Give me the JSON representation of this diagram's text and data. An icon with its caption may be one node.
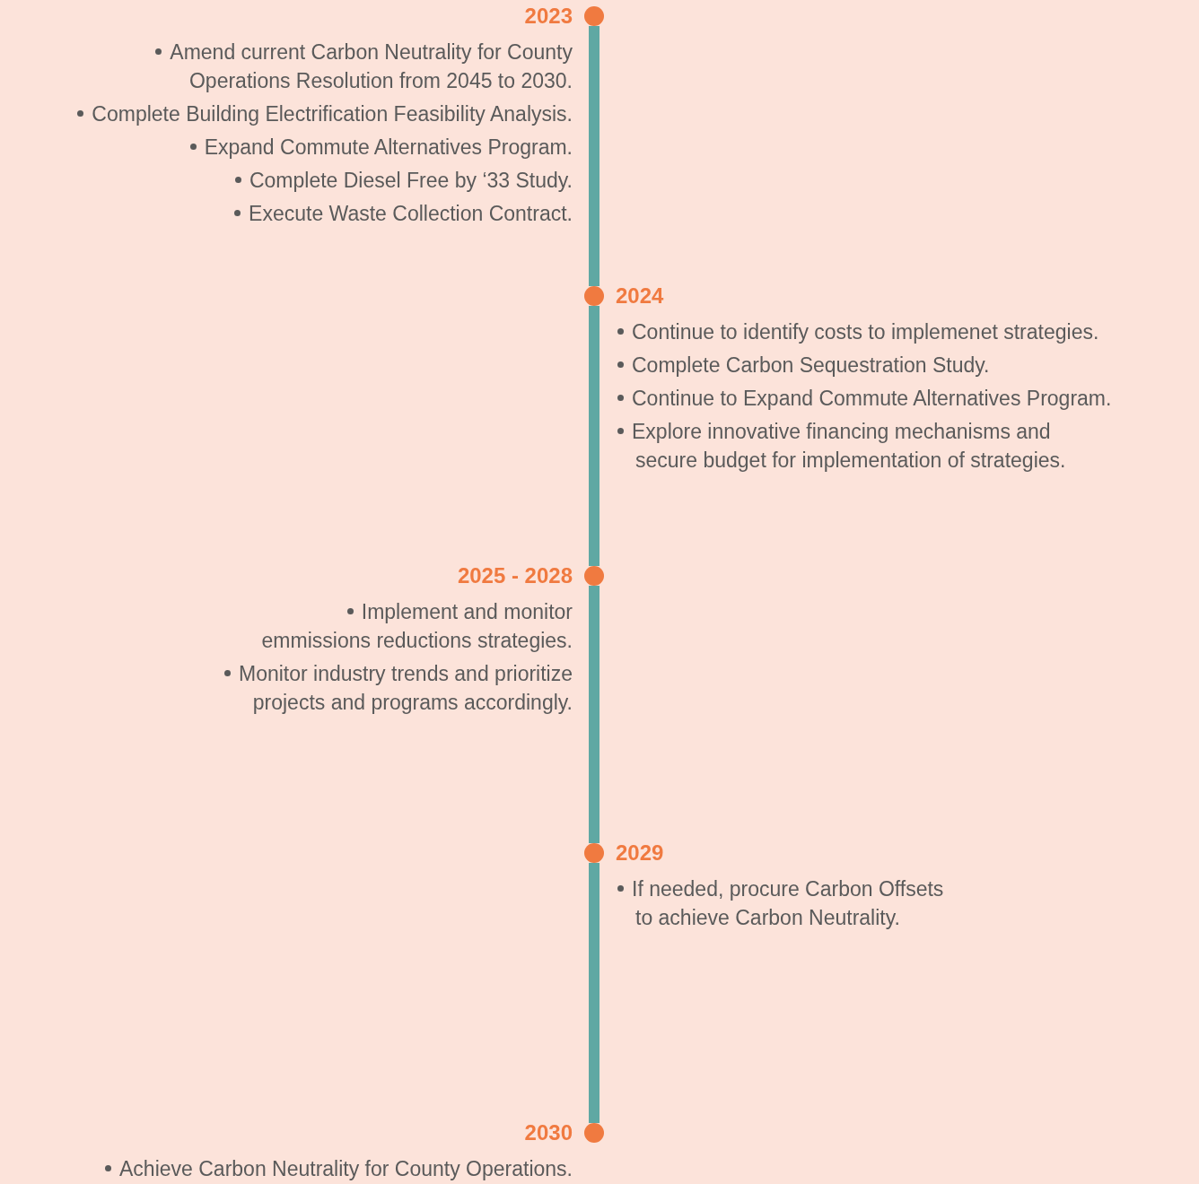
{
  "diagram": {
    "nodes": [
      {
        "text": [],
        "shape": "circle",
        "beside": [
          "2023",
          "Amend current Carbon Neutrality for County Operations Resolution from 2045 to 2030.",
          "Complete Building Electrification Feasibility Analysis.",
          "Expand Commute Alternatives Program.",
          "Complete Diesel Free by ‘33 Study.",
          "Execute Waste Collection Contract."
        ]
      },
      {
        "text": [],
        "shape": "circle",
        "beside": [
          "2024",
          "Continue to identify costs to implemenet strategies.",
          "Complete Carbon Sequestration Study.",
          "Continue to Expand Commute Alternatives Program.",
          "Explore innovative financing mechanisms and secure budget for implementation of strategies."
        ]
      },
      {
        "text": [],
        "shape": "circle",
        "beside": [
          "2025 - 2028",
          "Implement and monitor emmissions reductions strategies.",
          "Monitor industry trends and prioritize projects and programs accordingly."
        ]
      },
      {
        "text": [],
        "shape": "circle",
        "beside": [
          "2029",
          "If needed, procure Carbon Offsets to achieve Carbon Neutrality."
        ]
      },
      {
        "text": [],
        "shape": "circle",
        "beside": [
          "2030",
          "Achieve Carbon Neutrality for County Operations."
        ]
      }
    ],
    "edges": [
      {
        "from": 0,
        "to": 1,
        "arrow": "none"
      },
      {
        "from": 1,
        "to": 2,
        "arrow": "none"
      },
      {
        "from": 2,
        "to": 3,
        "arrow": "none"
      },
      {
        "from": 3,
        "to": 4,
        "arrow": "none"
      }
    ]
  }
}
